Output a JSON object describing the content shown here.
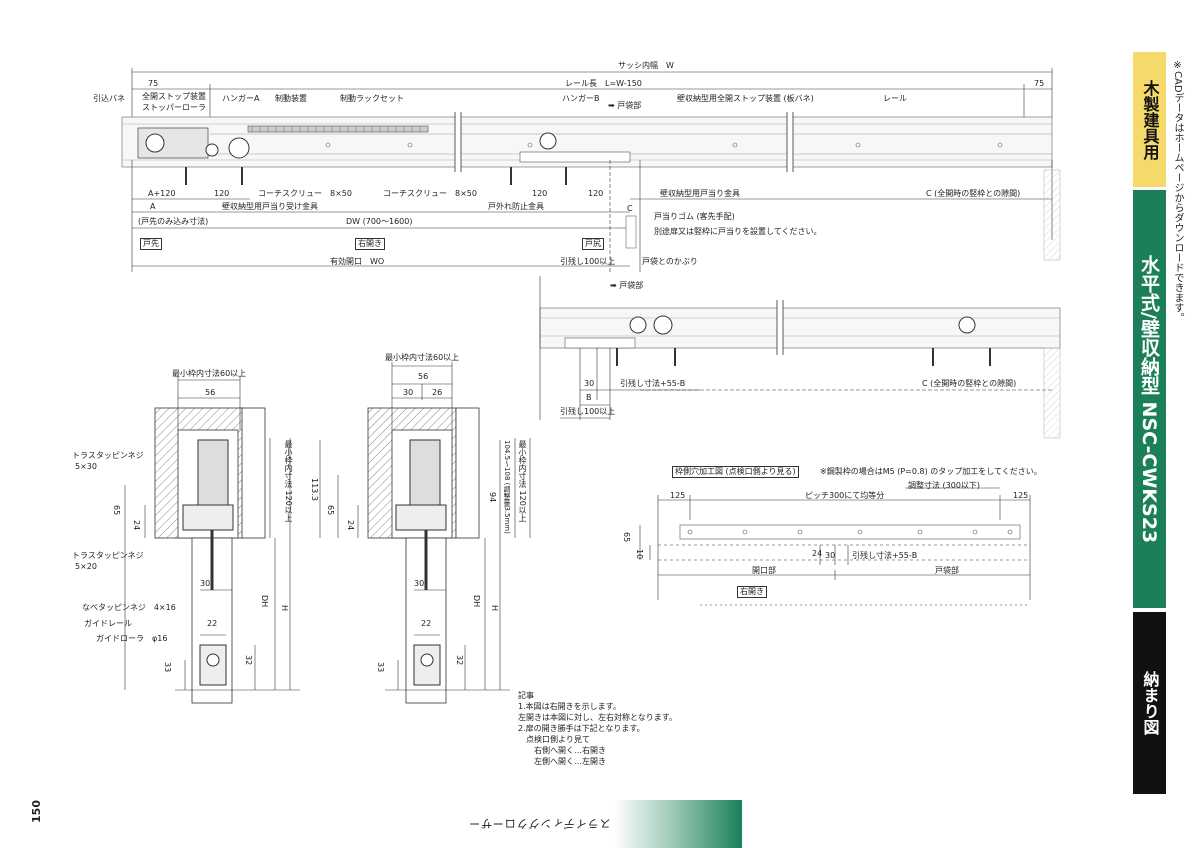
{
  "side_tabs": {
    "category": "木製建具用",
    "model": "水平式/壁収納型 NSC-CWKS23",
    "section": "納まり図"
  },
  "side_note": "※CADデータはホームページからダウンロードできます。",
  "page_number": "150",
  "series_name": "スライディングクローザー",
  "top_view": {
    "dims": {
      "sash_width": "サッシ内幅　W",
      "left_75": "75",
      "right_75": "75",
      "rail_length": "レール長　L=W-150",
      "a_plus_120": "A+120",
      "d120a": "120",
      "d120b": "120",
      "d120c": "120",
      "a": "A",
      "door_tip": "(戸先のみ込み寸法)",
      "dw": "DW (700〜1600)",
      "c": "C",
      "wo": "有効開口　WO",
      "pull_margin": "引残し100以上",
      "pocket_overlap": "戸袋とのかぶり",
      "c_gap": "C (全開時の竪枠との隙間)"
    },
    "labels": {
      "pull_spring": "引込バネ",
      "full_open_stop": "全開ストップ装置",
      "stopper_roller": "ストッパーローラ",
      "hanger_a": "ハンガーA",
      "brake_device": "制動装置",
      "brake_rack": "制動ラックセット",
      "hanger_b": "ハンガーB",
      "pocket_side": "戸袋部",
      "wall_stop": "壁収納型用全開ストップ装置 (板バネ)",
      "rail": "レール",
      "coach_screw_1": "コーチスクリュー　8×50",
      "coach_screw_2": "コーチスクリュー　8×50",
      "wall_receiver": "壁収納型用戸当り受け金具",
      "anti_dislodge": "戸外れ防止金具",
      "wall_stopper_fitting": "壁収納型用戸当り金具",
      "door_stop_rubber": "戸当りゴム (客先手配)",
      "separate_note": "別途扉又は竪枠に戸当りを設置してください。",
      "door_tip_tag": "戸先",
      "right_open_tag": "右開き",
      "door_end_tag": "戸尻"
    }
  },
  "second_view": {
    "pocket_side": "戸袋部",
    "d30": "30",
    "pull_dim": "引残し寸法+55-B",
    "b": "B",
    "pull_margin": "引残し100以上",
    "c_gap": "C (全開時の竪枠との隙間)"
  },
  "section_left": {
    "min_frame": "最小枠内寸法60以上",
    "d56": "56",
    "truss_screw_1": "トラスタッピンネジ",
    "truss_1_size": "5×30",
    "truss_screw_2": "トラスタッピンネジ",
    "truss_2_size": "5×20",
    "d65": "65",
    "d24": "24",
    "d30": "30",
    "min_frame_120": "最小枠内寸法 120以上",
    "dh": "DH",
    "h": "H",
    "d22": "22",
    "d33": "33",
    "d32": "32",
    "pan_screw": "なべタッピンネジ　4×16",
    "guide_rail": "ガイドレール",
    "guide_roller": "ガイドローラ　φ16"
  },
  "section_right": {
    "min_frame": "最小枠内寸法60以上",
    "d56": "56",
    "d30": "30",
    "d26": "26",
    "d113": "113.3",
    "d65": "65",
    "d24": "24",
    "d94": "94",
    "adjust_range": "104.5〜108 (調整量3.5mm)",
    "min_frame_120": "最小枠内寸法 120以上",
    "d30b": "30",
    "dh": "DH",
    "h": "H",
    "d22": "22",
    "d33": "33",
    "d32": "32"
  },
  "hole_view": {
    "title": "枠側穴加工図 (点検口側より見る)",
    "steel_note": "※鋼製枠の場合はM5 (P=0.8) のタップ加工をしてください。",
    "adjust_dim": "調整寸法 (300以下)",
    "d125a": "125",
    "pitch": "ピッチ300にて均等分",
    "d125b": "125",
    "d65": "65",
    "d10": "10",
    "d24": "24",
    "d30": "30",
    "pull_dim": "引残し寸法+55-B",
    "opening": "開口部",
    "pocket": "戸袋部",
    "right_open": "右開き"
  },
  "notes": [
    "記事",
    "1.本図は右開きを示します。",
    "左開きは本図に対し、左右対称となります。",
    "2.扉の開き勝手は下記となります。",
    "　点検口側より見て",
    "　　右側へ開く…右開き",
    "　　左側へ開く…左開き"
  ]
}
